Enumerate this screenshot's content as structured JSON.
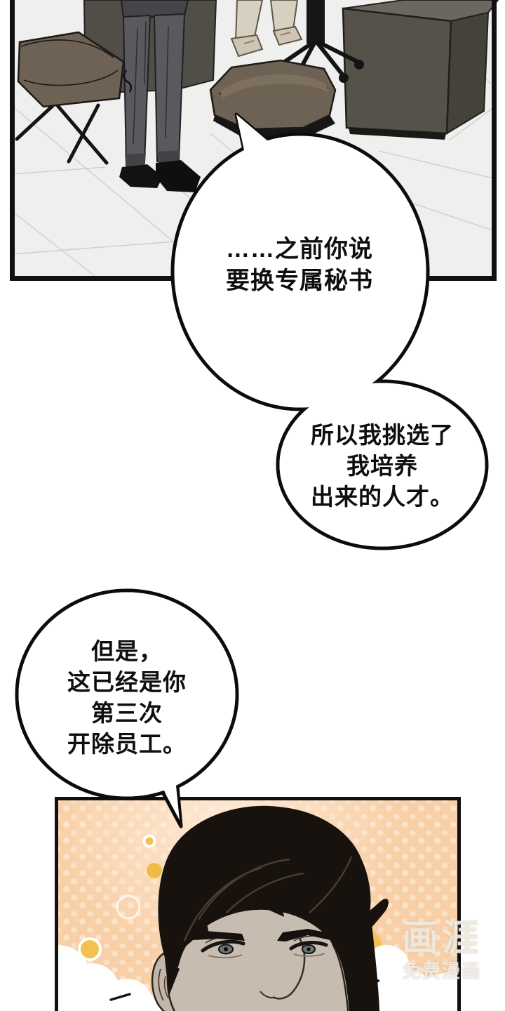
{
  "bubbles": [
    {
      "id": "bubble-1",
      "text": "……之前你说\n要换专属秘书"
    },
    {
      "id": "bubble-2",
      "text": "所以我挑选了\n我培养\n出来的人才。"
    },
    {
      "id": "bubble-3",
      "text": "但是，\n这已经是你\n第三次\n开除员工。"
    }
  ],
  "watermark": {
    "logo": "画涯",
    "tagline": "免费漫画"
  },
  "colors": {
    "page_background": "#ffffff",
    "panel_border": "#101010",
    "bubble_fill": "#ffffff",
    "bubble_stroke": "#0c0c0c",
    "text_color": "#0e0e0e",
    "floor_gray": "#efefed",
    "tile_line": "#c6c6c4",
    "wall_panel_gray": "#514e48",
    "desk_front": "#56524a",
    "desk_side": "#45423b",
    "desk_top": "#6b675f",
    "chair_brown": "#6e6254",
    "chair_brown_light": "#7d705e",
    "suit_gray": "#5a595d",
    "beige_clothing": "#d7d0c1",
    "shoe_black": "#121212",
    "halftone_base": "#f8cfa6",
    "halftone_dot": "#fff6ea",
    "accent_yellow": "#f2c150",
    "skin": "#c7bcb0",
    "hair_black": "#17120d",
    "cloud_white": "#ffffff"
  }
}
